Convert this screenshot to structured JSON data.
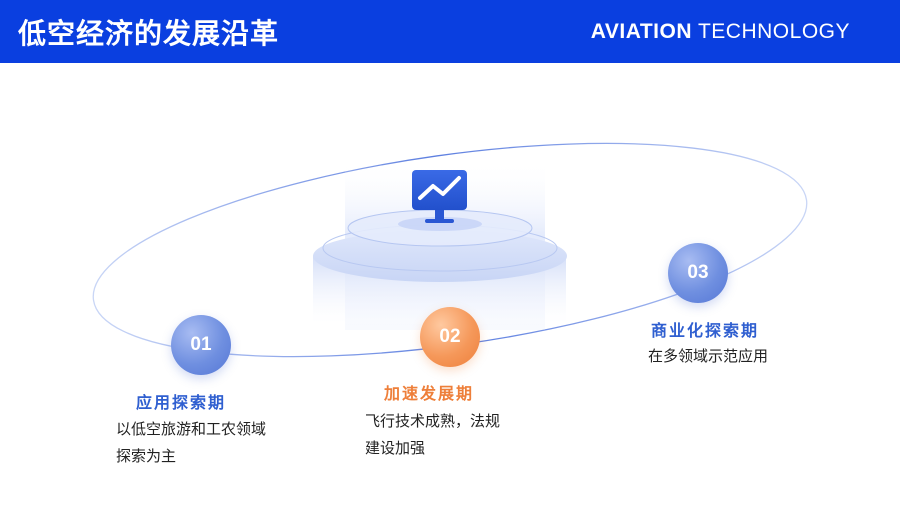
{
  "header": {
    "title": "低空经济的发展沿革",
    "brand_bold": "AVIATION",
    "brand_light": " TECHNOLOGY"
  },
  "colors": {
    "header_bg": "#0a3fe0",
    "accent_blue": "#2f5fd0",
    "accent_orange": "#ee7f3a"
  },
  "center_icon": "chart-monitor-icon",
  "steps": [
    {
      "number": "01",
      "title": "应用探索期",
      "desc_lines": [
        "以低空旅游和工农领域",
        "探索为主"
      ]
    },
    {
      "number": "02",
      "title": "加速发展期",
      "desc_lines": [
        "飞行技术成熟，法规",
        "建设加强"
      ]
    },
    {
      "number": "03",
      "title": "商业化探索期",
      "desc_lines": [
        "在多领域示范应用"
      ]
    }
  ]
}
